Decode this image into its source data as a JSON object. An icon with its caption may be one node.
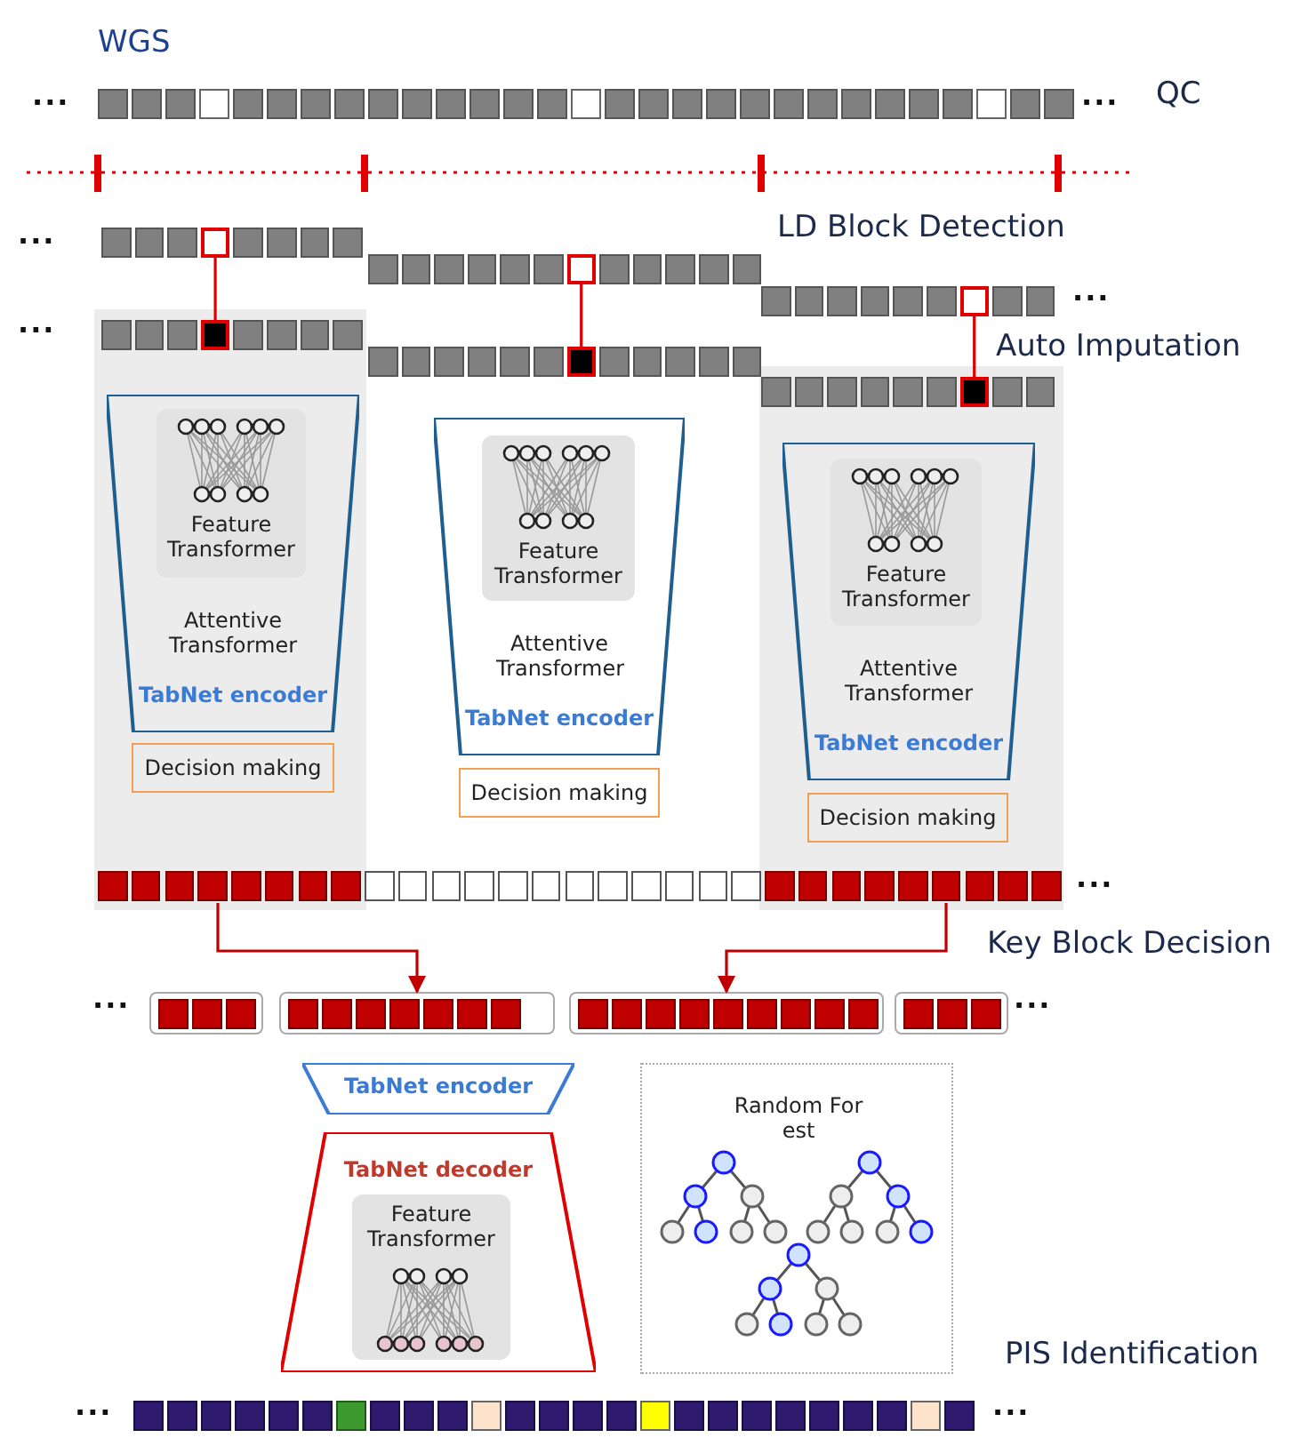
{
  "diagram": {
    "nodes": [
      {
        "text": [],
        "shape": "box"
      },
      {
        "text": [],
        "shape": "box"
      },
      {
        "text": [],
        "shape": "box"
      },
      {
        "text": [],
        "shape": "box"
      },
      {
        "text": [],
        "shape": "box"
      },
      {
        "text": [],
        "shape": "box"
      },
      {
        "text": [
          "Attentive Transformer",
          "TabNet encoder"
        ]
      },
      {
        "text": [
          "Feature Transformer"
        ],
        "in": 6
      },
      {
        "text": [
          "Attentive Transformer",
          "TabNet encoder"
        ]
      },
      {
        "text": [
          "Feature Transformer"
        ],
        "in": 8
      },
      {
        "text": [
          "Attentive Transformer",
          "TabNet encoder"
        ]
      },
      {
        "text": [
          "Feature Transformer"
        ],
        "in": 10
      },
      {
        "text": [
          "Decision making"
        ]
      },
      {
        "text": [
          "Decision making"
        ]
      },
      {
        "text": [
          "Decision making"
        ]
      },
      {
        "text": [],
        "shape": "bar",
        "beside": [
          "..."
        ]
      },
      {
        "text": [],
        "shape": "box",
        "beside": [
          "..."
        ]
      },
      {
        "text": [],
        "shape": "box"
      },
      {
        "text": [],
        "shape": "box"
      },
      {
        "text": [],
        "shape": "box",
        "beside": [
          "..."
        ]
      },
      {
        "text": [
          "TabNet encoder"
        ]
      },
      {
        "text": [
          "TabNet decoder"
        ]
      },
      {
        "text": [
          "Feature Transformer"
        ],
        "in": 21
      },
      {
        "text": [
          "Random For est"
        ]
      }
    ],
    "edges": [
      {
        "from": 0,
        "to": 3,
        "arrow": "none"
      },
      {
        "from": 1,
        "to": 4,
        "arrow": "none"
      },
      {
        "from": 2,
        "to": 5,
        "arrow": "none"
      },
      {
        "from": 15,
        "to": 17,
        "arrow": "to"
      },
      {
        "from": 15,
        "to": 18,
        "arrow": "to"
      }
    ],
    "labels": [
      "WGS",
      "...",
      "...",
      "QC",
      "...",
      "LD Block Detection",
      "...",
      "...",
      "Auto Imputation",
      "Key Block Decision",
      "PIS Identification",
      "...",
      "..."
    ]
  }
}
